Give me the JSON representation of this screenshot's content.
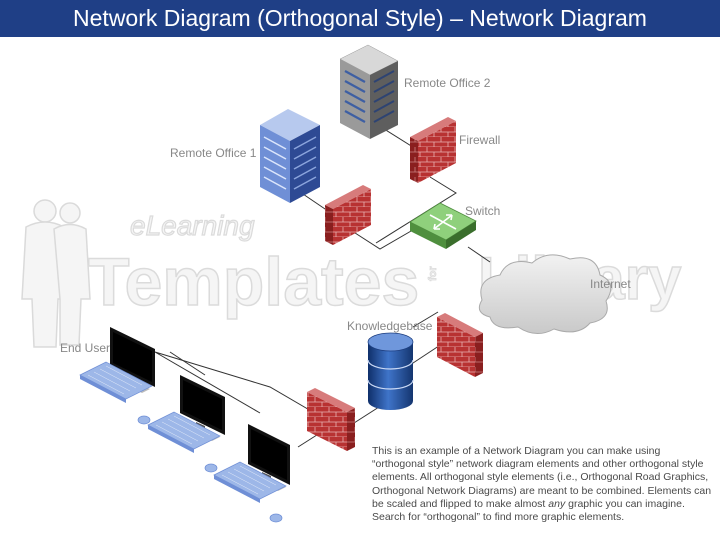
{
  "title": "Network Diagram (Orthogonal Style) – Network Diagram",
  "labels": {
    "remote_office_2": "Remote Office 2",
    "remote_office_1": "Remote Office 1",
    "firewall": "Firewall",
    "switch": "Switch",
    "internet": "Internet",
    "knowledgebase": "Knowledgebase",
    "end_user": "End User"
  },
  "watermark": {
    "line1": "eLearning",
    "line2": "Templates",
    "line3": "Library",
    "small": "for"
  },
  "description": {
    "part1": "This is an example of a Network Diagram you can make using “orthogonal style” network diagram elements and other orthogonal style elements. All orthogonal style elements (i.e., Orthogonal Road Graphics, Orthogonal Network Diagrams) are meant to be combined. Elements can be scaled and flipped to make almost ",
    "emphasis": "any",
    "part2": " graphic you can imagine. Search for “orthogonal” to find more graphic elements."
  },
  "colors": {
    "title_bar": "#1f3f86",
    "brick": "#b83232",
    "switch": "#6fb35a",
    "database": "#1f4f9a",
    "building_blue": "#4a6fc4",
    "building_gray": "#8a8a8a",
    "keyboard": "#9db7e8"
  }
}
